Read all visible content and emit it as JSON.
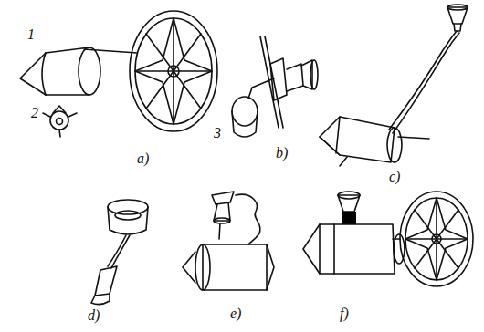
{
  "diagram": {
    "labels": [
      "1",
      "2",
      "3",
      "a)",
      "b)",
      "c)",
      "d)",
      "e)",
      "f)"
    ]
  }
}
